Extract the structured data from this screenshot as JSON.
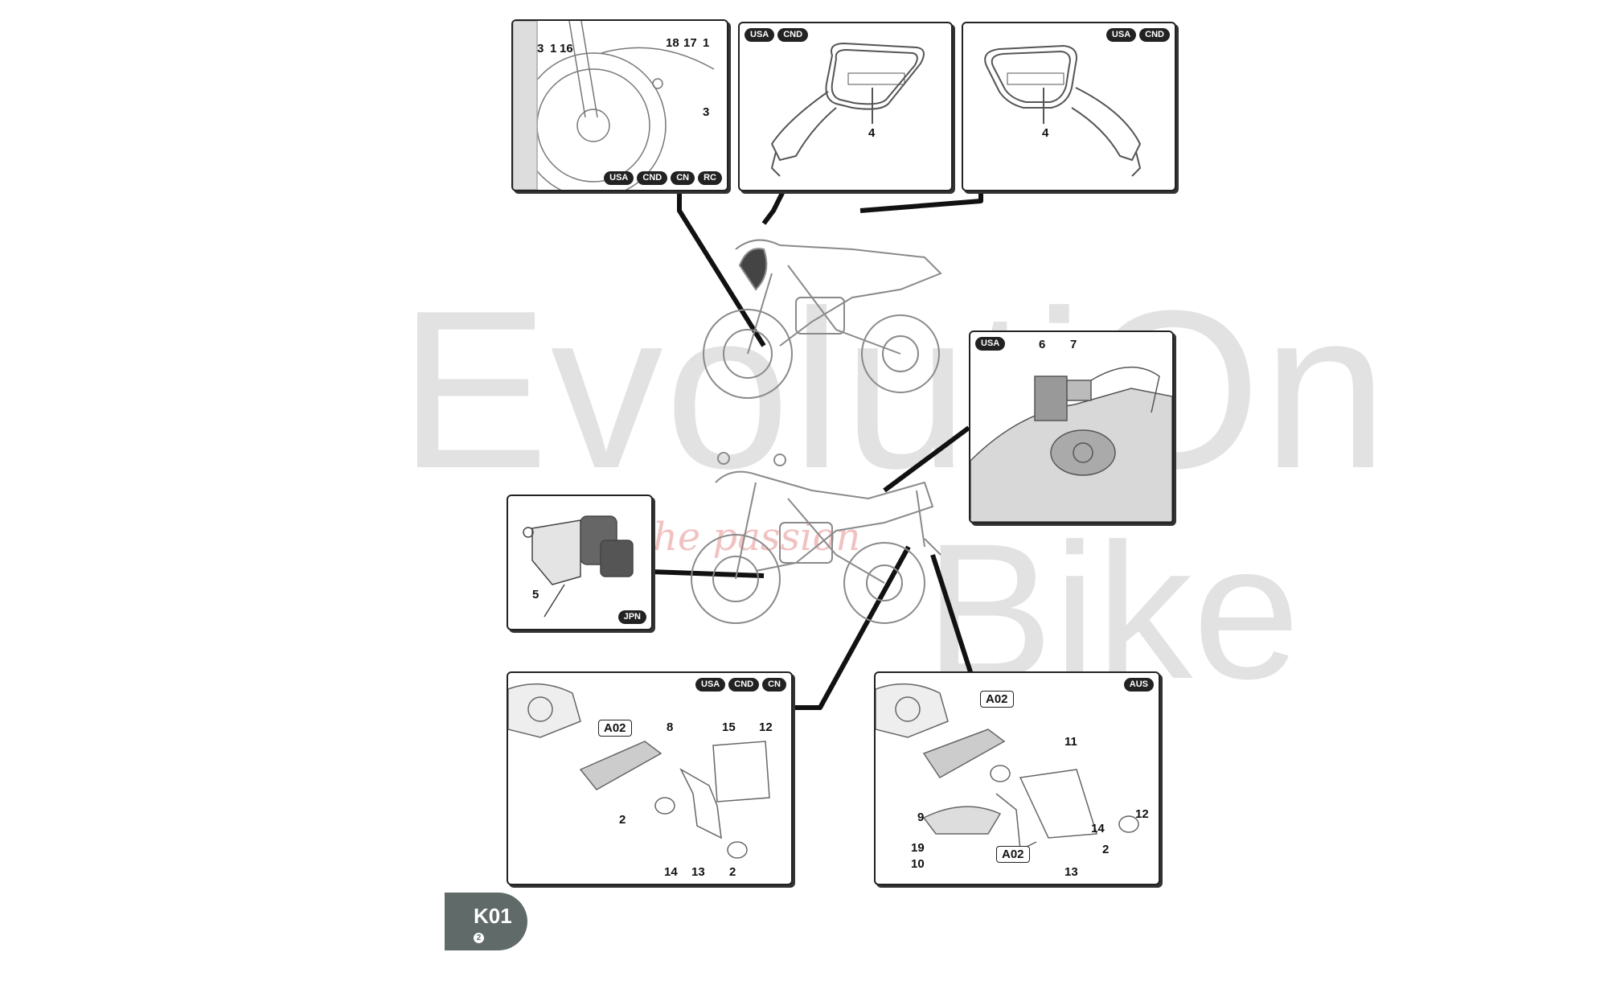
{
  "watermark": {
    "brand_word1": "EvolutiOn",
    "brand_word2": "Bike",
    "script": "ride the passion"
  },
  "panels": {
    "front_reflector": {
      "tags": [
        "USA",
        "CND",
        "CN",
        "RC"
      ],
      "labels": [
        "3",
        "1",
        "16",
        "18",
        "17",
        "1",
        "3"
      ]
    },
    "mirror_left": {
      "tags": [
        "USA",
        "CND"
      ],
      "labels": [
        "4"
      ]
    },
    "mirror_right": {
      "tags": [
        "USA",
        "CND"
      ],
      "labels": [
        "4"
      ]
    },
    "tank_labels": {
      "tags": [
        "USA"
      ],
      "labels": [
        "6",
        "7"
      ]
    },
    "canister": {
      "tags": [
        "JPN"
      ],
      "labels": [
        "5"
      ]
    },
    "plate_holder_usa": {
      "tags": [
        "USA",
        "CND",
        "CN"
      ],
      "box": "A02",
      "labels": [
        "8",
        "15",
        "12",
        "2",
        "14",
        "13",
        "2"
      ]
    },
    "plate_holder_aus": {
      "tags": [
        "AUS"
      ],
      "box1": "A02",
      "box2": "A02",
      "labels": [
        "11",
        "9",
        "12",
        "14",
        "2",
        "19",
        "10",
        "13"
      ]
    }
  },
  "badge": {
    "code": "K01",
    "page": "2"
  }
}
